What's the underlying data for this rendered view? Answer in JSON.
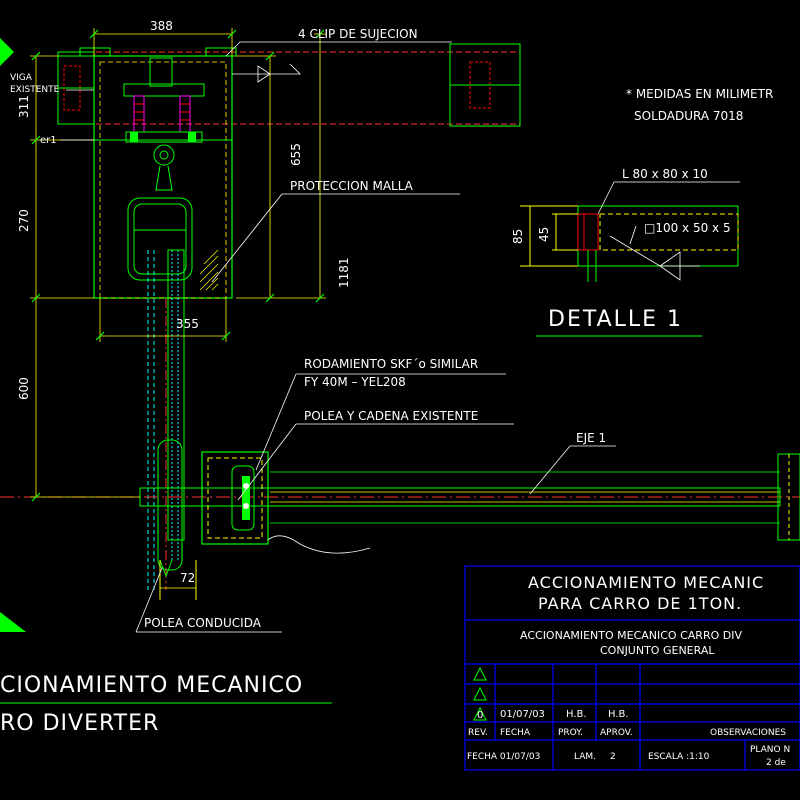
{
  "dimensions": {
    "top_width": "388",
    "left_top": "311",
    "left_mid": "270",
    "left_low": "600",
    "inner_height": "655",
    "total_height": "1181",
    "bottom_width": "355",
    "pulley_offset": "72",
    "detail_85": "85",
    "detail_45": "45"
  },
  "labels": {
    "clip": "4 CLIP DE SUJECION",
    "viga_1": "VIGA",
    "viga_2": "EXISTENTE",
    "er1": "er1",
    "proteccion": "PROTECCION MALLA",
    "rodamiento_1": "RODAMIENTO SKF´o SIMILAR",
    "rodamiento_2": "FY 40M  –  YEL208",
    "polea_cadena": "POLEA Y CADENA EXISTENTE",
    "eje": "EJE 1",
    "polea_conducida": "POLEA CONDUCIDA"
  },
  "notes": {
    "medidas": "* MEDIDAS EN MILIMETR",
    "soldadura": "SOLDADURA  7018"
  },
  "detail": {
    "angle": "L 80 x 80 x 10",
    "tube": "□100 x 50 x 5",
    "title": "DETALLE 1"
  },
  "main_title": {
    "line1": "CIONAMIENTO MECANICO",
    "line2": "RO DIVERTER"
  },
  "title_block": {
    "title_1": "ACCIONAMIENTO MECANIC",
    "title_2": "PARA CARRO DE 1TON.",
    "subtitle_1": "ACCIONAMIENTO MECANICO CARRO DIV",
    "subtitle_2": "CONJUNTO GENERAL",
    "rev_row": {
      "rev": "0",
      "fecha": "01/07/03",
      "proy": "H.B.",
      "aprov": "H.B."
    },
    "headers": {
      "rev": "REV.",
      "fecha": "FECHA",
      "proy": "PROY.",
      "aprov": "APROV.",
      "obs": "OBSERVACIONES"
    },
    "bottom": {
      "fecha": "FECHA 01/07/03",
      "lam": "LAM.",
      "lam_val": "2",
      "escala": "ESCALA :1:10",
      "plano": "PLANO N",
      "plano_val": "2  de"
    }
  },
  "colors": {
    "background": "#000000",
    "geometry": "#00ff00",
    "dimension": "#ffff00",
    "frame": "#0000ff",
    "text": "#ffffff",
    "detail_red": "#ff0000",
    "axis": "#ff3333",
    "cyan": "#00ffff",
    "magenta": "#ff00ff"
  }
}
